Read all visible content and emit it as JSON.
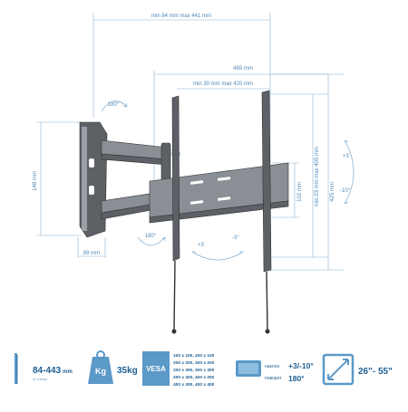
{
  "dimensions": {
    "extension": "min 84 mm max 441 mm",
    "total_width": "465 mm",
    "rail_spacing": "min 30 mm max 420 mm",
    "vertical_range": "min 23 mm max 405 mm",
    "total_height": "425 mm",
    "arm_height": "148 mm",
    "wall_plate_width": "89 mm",
    "plate_height": "102 mm"
  },
  "rotations": {
    "swivel_wall": "180°",
    "swivel_middle": "180°",
    "swivel_lower": "180°",
    "tilt_up": "+3",
    "tilt_down": "-10°",
    "rotate_plus": "+3",
    "rotate_minus": "-3°"
  },
  "footer": {
    "distance_value": "84-443",
    "distance_unit": "mm",
    "distance_note": "от стены",
    "kg_label": "Kg",
    "weight": "35kg",
    "vesa_label": "VESA",
    "vesa_list": [
      "100 x 100, 200 x 100",
      "200 x 200, 300 x 200",
      "200 x 300, 300 x 300",
      "200 x 400, 400 x 200",
      "400 x 300, 400 x 400"
    ],
    "tilt_label": "наклон",
    "tilt_value": "+3/-10°",
    "swivel_label": "поворот",
    "swivel_value": "180°",
    "screen_size": "26\"- 55\""
  },
  "colors": {
    "accent": "#5b99c7",
    "dim_text": "#4f89b8",
    "metal": "#5d6166"
  }
}
